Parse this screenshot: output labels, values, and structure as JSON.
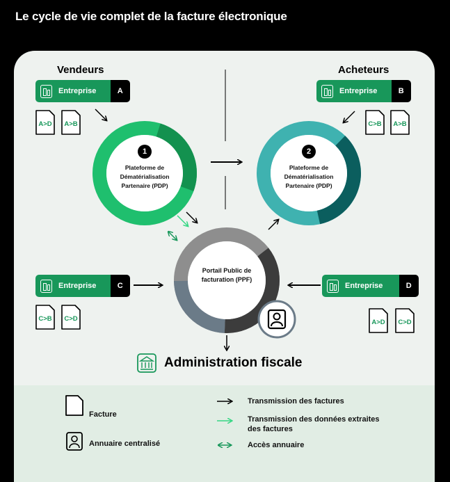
{
  "title": "Le cycle de vie complet de la facture électronique",
  "vendeurs": "Vendeurs",
  "acheteurs": "Acheteurs",
  "entreprise_label": "Entreprise",
  "entreprises": [
    {
      "key": "A",
      "docs": [
        "A>D",
        "A>B"
      ]
    },
    {
      "key": "B",
      "docs": [
        "C>B",
        "A>B"
      ]
    },
    {
      "key": "C",
      "docs": [
        "C>B",
        "C>D"
      ]
    },
    {
      "key": "D",
      "docs": [
        "A>D",
        "C>D"
      ]
    }
  ],
  "pdp1": {
    "number": "1",
    "text": [
      "Plateforme de",
      "Dématérialisation",
      "Partenaire (PDP)"
    ]
  },
  "pdp2": {
    "number": "2",
    "text": [
      "Plateforme de",
      "Dématérialisation",
      "Partenaire (PDP)"
    ]
  },
  "ppf": {
    "text": [
      "Portail Public de",
      "facturation (PPF)"
    ]
  },
  "administration": "Administration fiscale",
  "legend": {
    "facture": "Facture",
    "annuaire": "Annuaire centralisé",
    "transmission_factures": "Transmission des factures",
    "transmission_donnees_1": "Transmission des données extraites",
    "transmission_donnees_2": "des factures",
    "acces_annuaire": "Accès annuaire"
  },
  "colors": {
    "pdp1_light": "#1fbf6e",
    "pdp1_dark": "#13914f",
    "pdp2_light": "#3fb2b0",
    "pdp2_dark": "#0b5e5e",
    "ppf_gray": "#8e8e8e",
    "ppf_slate": "#6b7b88",
    "ppf_dark": "#3c3c3c",
    "brand_green": "#18975a",
    "light_green": "#35d783"
  }
}
